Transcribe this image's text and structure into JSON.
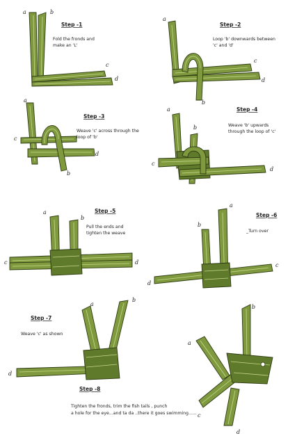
{
  "steps": [
    {
      "number": "Step -1",
      "caption": [
        "Fold the fronds and",
        "make an 'L'"
      ],
      "labels": [
        "a",
        "b",
        "c",
        "d"
      ]
    },
    {
      "number": "Step -2",
      "caption": [
        "Loop 'b' downwards between",
        "'c' and 'd'"
      ],
      "labels": [
        "a",
        "b",
        "c",
        "d"
      ]
    },
    {
      "number": "Step -3",
      "caption": [
        "Weave 'c' across through the",
        "loop of 'b'"
      ],
      "labels": [
        "a",
        "b",
        "c",
        "d"
      ]
    },
    {
      "number": "Step -4",
      "caption": [
        "Weave 'b' upwards",
        "through the loop of 'c'"
      ],
      "labels": [
        "a",
        "b",
        "c",
        "d"
      ]
    },
    {
      "number": "Step -5",
      "caption": [
        "Pull the ends and",
        "tighten the weave"
      ],
      "labels": [
        "a",
        "b",
        "c",
        "d"
      ]
    },
    {
      "number": "Step -6",
      "caption": [
        "_Turn over"
      ],
      "labels": [
        "a",
        "b",
        "c",
        "d"
      ]
    },
    {
      "number": "Step -7",
      "caption": [
        "Weave 'c' as shown"
      ],
      "labels": [
        "a",
        "b",
        "d"
      ]
    },
    {
      "number": "Step -8",
      "caption": [
        "Tighten the fronds, trim the fish tails , punch",
        "a hole for the eye...and ta da ..there it goes swimming......"
      ],
      "labels": [
        "a",
        "b",
        "c",
        "d"
      ]
    }
  ],
  "colors": {
    "frond": "#7f9a3e",
    "frond_dark": "#5f7a2a",
    "outline": "#2d3a12",
    "vein": "#c8d88a"
  }
}
